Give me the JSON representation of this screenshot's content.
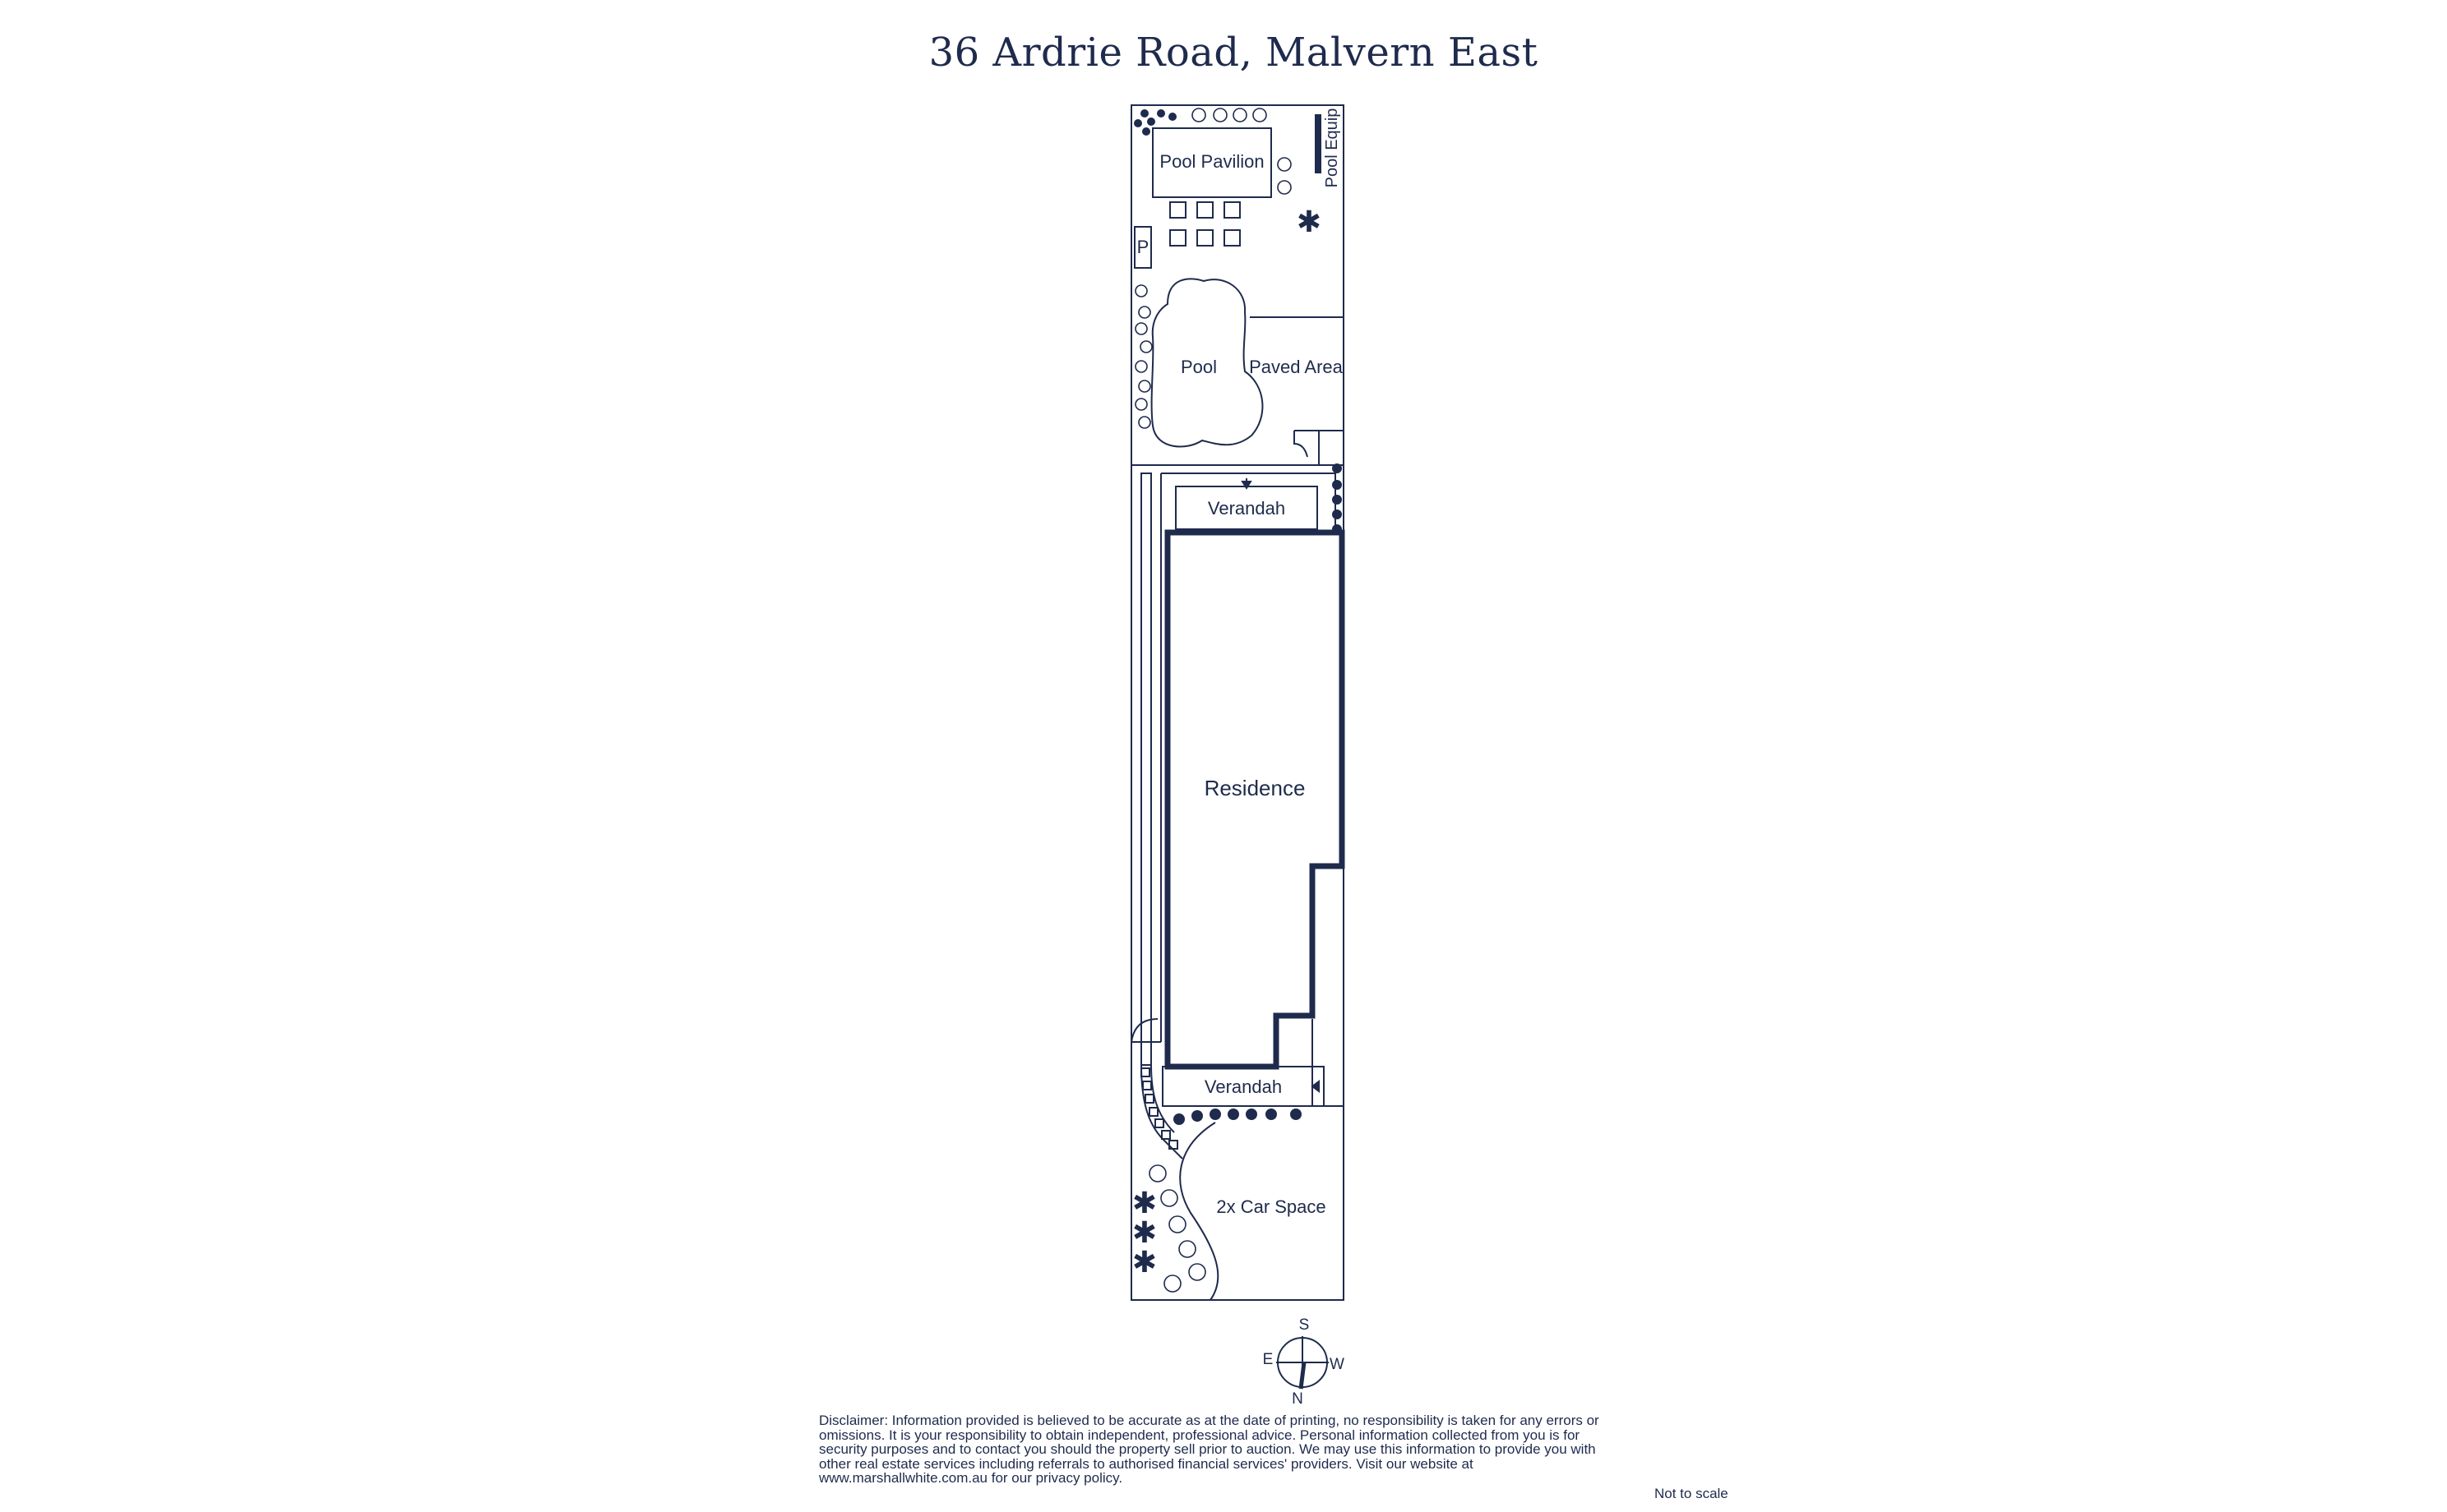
{
  "title": "36 Ardrie Road, Malvern East",
  "labels": {
    "pool_pavilion": "Pool Pavilion",
    "pool_equip": "Pool Equip",
    "p": "P",
    "pool": "Pool",
    "paved_area": "Paved Area",
    "verandah_top": "Verandah",
    "residence": "Residence",
    "verandah_bottom": "Verandah",
    "car_space": "2x Car Space"
  },
  "compass": {
    "s": "S",
    "e": "E",
    "w": "W",
    "n": "N"
  },
  "disclaimer": "Disclaimer: Information provided is believed to be accurate as at the date of printing, no responsibility is taken for any errors or omissions. It is your responsibility to obtain independent, professional advice. Personal information collected from you is for security purposes and to contact you should the property sell prior to auction. We may use this information to provide you with other real estate services including referrals to authorised financial services' providers. Visit our website at www.marshallwhite.com.au for our privacy policy.",
  "not_to_scale": "Not to scale",
  "colors": {
    "ink": "#1f2b4d",
    "background": "#ffffff"
  }
}
